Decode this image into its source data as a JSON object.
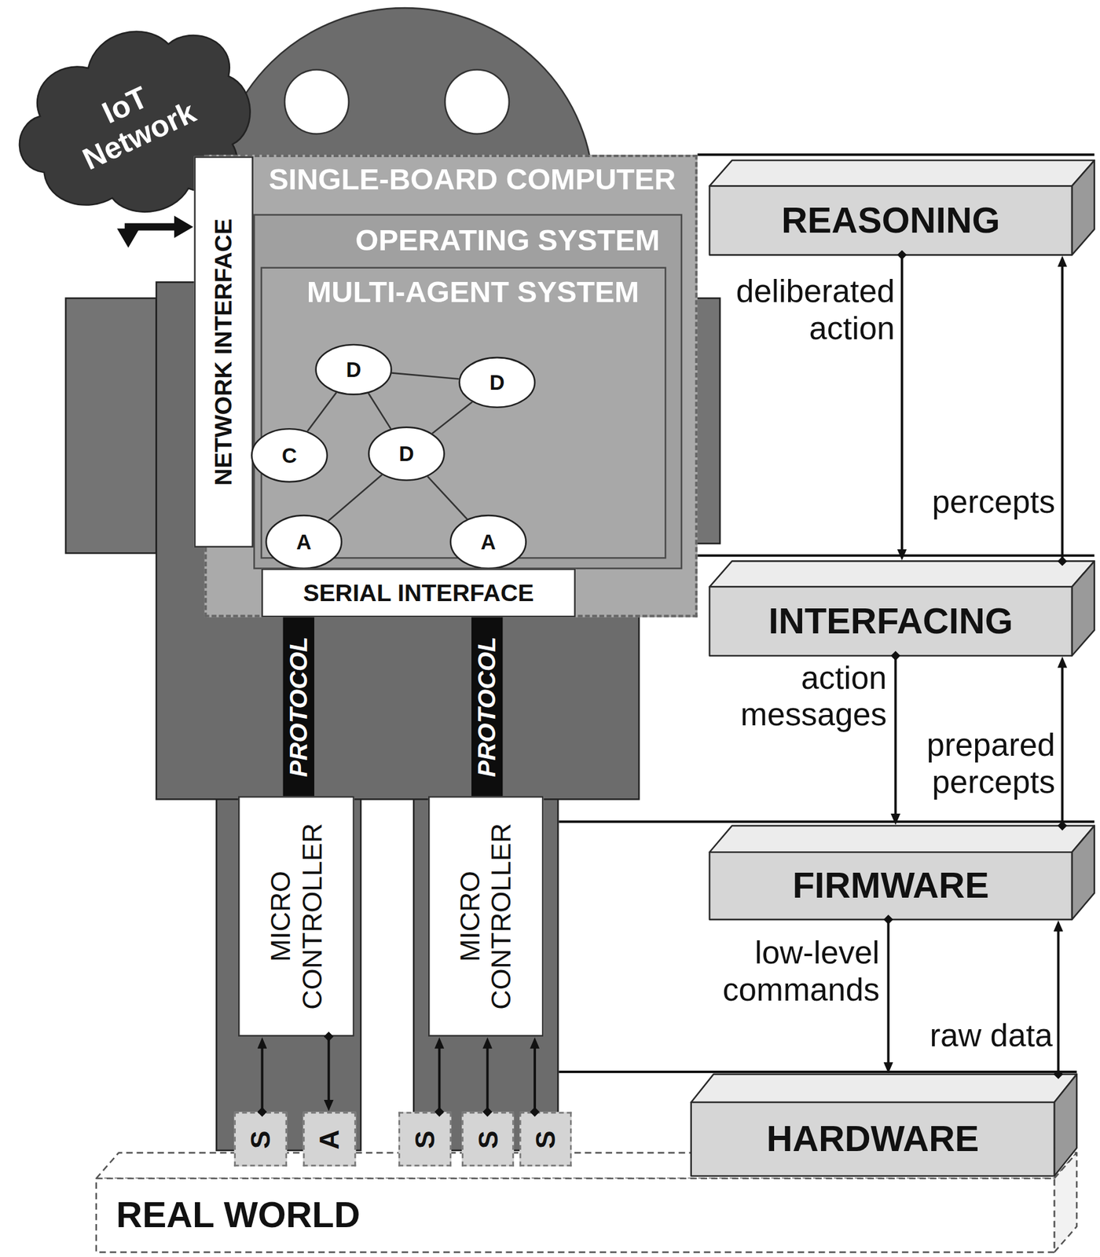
{
  "diagram": {
    "nodes": [
      {
        "text": [
          "IoT Network"
        ]
      },
      {
        "text": [
          "SINGLE-BOARD COMPUTER"
        ]
      },
      {
        "text": [
          "NETWORK INTERFACE"
        ],
        "in": 1
      },
      {
        "text": [
          "OPERATING SYSTEM"
        ],
        "in": 1
      },
      {
        "text": [
          "MULTI-AGENT SYSTEM"
        ],
        "in": 3
      },
      {
        "text": [
          "D"
        ],
        "in": 4
      },
      {
        "text": [
          "D"
        ],
        "in": 4
      },
      {
        "text": [
          "C"
        ],
        "in": 4
      },
      {
        "text": [
          "D"
        ],
        "in": 4
      },
      {
        "text": [
          "A"
        ],
        "in": 4
      },
      {
        "text": [
          "A"
        ],
        "in": 4
      },
      {
        "text": [
          "SERIAL INTERFACE"
        ],
        "in": 1
      },
      {
        "text": [
          "PROTOCOL"
        ]
      },
      {
        "text": [
          "PROTOCOL"
        ]
      },
      {
        "text": [
          "MICRO CONTROLLER"
        ]
      },
      {
        "text": [
          "MICRO CONTROLLER"
        ]
      },
      {
        "text": [
          "REASONING"
        ]
      },
      {
        "text": [
          "INTERFACING"
        ]
      },
      {
        "text": [
          "FIRMWARE"
        ]
      },
      {
        "text": [
          "S"
        ]
      },
      {
        "text": [
          "A"
        ]
      },
      {
        "text": [
          "S"
        ]
      },
      {
        "text": [
          "S"
        ]
      },
      {
        "text": [
          "S"
        ]
      },
      {
        "text": [
          "HARDWARE"
        ]
      },
      {
        "text": [
          "REAL WORLD"
        ]
      }
    ],
    "edges": [
      {
        "from": 0,
        "to": 2,
        "arrow": "both"
      },
      {
        "from": 5,
        "to": 6,
        "arrow": "none"
      },
      {
        "from": 5,
        "to": 7,
        "arrow": "none"
      },
      {
        "from": 5,
        "to": 8,
        "arrow": "none"
      },
      {
        "from": 6,
        "to": 8,
        "arrow": "none"
      },
      {
        "from": 8,
        "to": 9,
        "arrow": "none"
      },
      {
        "from": 8,
        "to": 10,
        "arrow": "none"
      },
      {
        "from": 19,
        "to": 14,
        "arrow": "to"
      },
      {
        "from": 14,
        "to": 20,
        "arrow": "to"
      },
      {
        "from": 21,
        "to": 15,
        "arrow": "to"
      },
      {
        "from": 22,
        "to": 15,
        "arrow": "to"
      },
      {
        "from": 23,
        "to": 15,
        "arrow": "to"
      },
      {
        "from": 16,
        "to": 17,
        "label": "deliberated action",
        "arrow": "to"
      },
      {
        "from": 17,
        "to": 16,
        "label": "percepts",
        "arrow": "to"
      },
      {
        "from": 17,
        "to": 18,
        "label": "action messages",
        "arrow": "to"
      },
      {
        "from": 18,
        "to": 17,
        "label": "prepared percepts",
        "arrow": "to"
      },
      {
        "from": 18,
        "to": 24,
        "label": "low-level commands",
        "arrow": "to"
      },
      {
        "from": 24,
        "to": 18,
        "label": "raw data",
        "arrow": "to"
      }
    ]
  }
}
